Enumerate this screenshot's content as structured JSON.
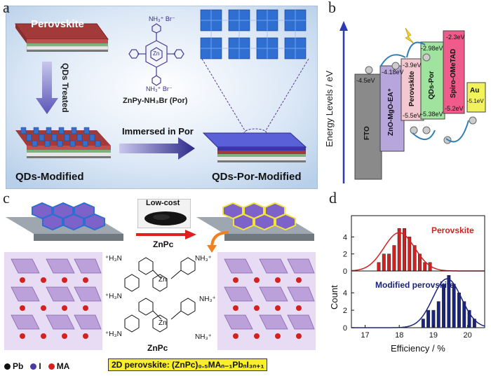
{
  "panels": {
    "a": "a",
    "b": "b",
    "c": "c",
    "d": "d"
  },
  "panel_a": {
    "perovskite": "Perovskite",
    "qds_treated": "QDs Treated",
    "molecule_ammonium": "NH₃⁺ Br⁻",
    "molecule_zn": "Zn",
    "molecule_name": "ZnPy-NH₃Br (Por)",
    "immersed": "Immersed in Por",
    "qds_modified": "QDs-Modified",
    "qds_por_modified": "QDs-Por-Modified"
  },
  "panel_b": {
    "ylabel": "Energy Levels / eV",
    "layers": [
      {
        "name": "FTO",
        "top": "-4.5eV",
        "bottom": ""
      },
      {
        "name": "ZnO-MgO-EA⁺",
        "top": "-4.18eV",
        "bottom": ""
      },
      {
        "name": "Perovskite",
        "top": "-3.9eV",
        "bottom": "-5.5eV"
      },
      {
        "name": "QDs-Por",
        "top": "-2.98eV",
        "bottom": "-5.38eV"
      },
      {
        "name": "Spiro-OMeTAD",
        "top": "-2.3eV",
        "bottom": "-5.2eV"
      },
      {
        "name": "Au",
        "top": "-5.1eV",
        "bottom": ""
      }
    ],
    "colors": {
      "FTO": "#8a8a8a",
      "ZnO": "#b6a6dc",
      "Perovskite": "#f4c8d0",
      "QDs": "#9fe39f",
      "Spiro": "#ef5b8a",
      "Au": "#f2f25c"
    }
  },
  "panel_c": {
    "low_cost": "Low-cost",
    "znpc_arrow": "ZnPc",
    "nh3": "NH₃⁺",
    "h2n": "⁺H₃N",
    "zn": "Zn",
    "znpc_label": "ZnPc",
    "legend": [
      {
        "label": "Pb",
        "color": "#111111"
      },
      {
        "label": "I",
        "color": "#4a3aa8"
      },
      {
        "label": "MA",
        "color": "#d62020"
      }
    ],
    "formula": "2D perovskite: (ZnPc)₀.₅MAₙ₋₁PbₙI₃ₙ₊₁"
  },
  "chart_data": {
    "type": "bar",
    "xlabel": "Efficiency / %",
    "ylabel": "Count",
    "xlim": [
      16.6,
      20.5
    ],
    "xticks": [
      17,
      18,
      19,
      20
    ],
    "yticks": [
      0,
      2,
      4
    ],
    "ylim": [
      0,
      6.5
    ],
    "series": [
      {
        "name": "Perovskite",
        "color": "#d32020",
        "x": [
          17.4,
          17.55,
          17.7,
          17.85,
          18.0,
          18.15,
          18.3,
          18.45,
          18.6,
          18.75,
          18.9
        ],
        "values": [
          1,
          2,
          2,
          3,
          5,
          5,
          4,
          3,
          2,
          1,
          1
        ],
        "fit": {
          "mean": 18.0,
          "sigma": 0.45,
          "peak": 4.5
        }
      },
      {
        "name": "Modified perovskite",
        "color": "#1a237e",
        "x": [
          18.7,
          18.85,
          19.0,
          19.15,
          19.3,
          19.45,
          19.6,
          19.75,
          19.9,
          20.05,
          20.2
        ],
        "values": [
          1,
          2,
          2,
          3,
          5,
          6,
          5,
          4,
          3,
          2,
          1
        ],
        "fit": {
          "mean": 19.4,
          "sigma": 0.42,
          "peak": 5.6
        }
      }
    ]
  }
}
